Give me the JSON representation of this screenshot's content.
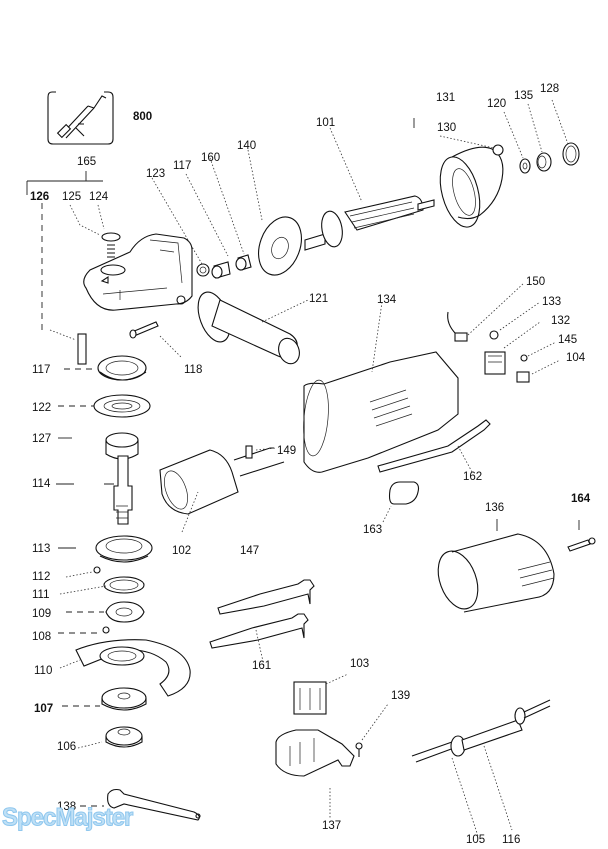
{
  "diagram": {
    "title": "Angle grinder exploded parts diagram",
    "kit_label": "800",
    "group_label": "165",
    "group_members": [
      "126",
      "125",
      "124"
    ],
    "callouts": {
      "p101": "101",
      "p102": "102",
      "p103": "103",
      "p104": "104",
      "p105": "105",
      "p106": "106",
      "p107": "107",
      "p108": "108",
      "p109": "109",
      "p110": "110",
      "p111": "111",
      "p112": "112",
      "p113": "113",
      "p114": "114",
      "p116": "116",
      "p117a": "117",
      "p117b": "117",
      "p118": "118",
      "p120": "120",
      "p121": "121",
      "p122": "122",
      "p123": "123",
      "p127": "127",
      "p128": "128",
      "p130": "130",
      "p131": "131",
      "p132": "132",
      "p133": "133",
      "p134": "134",
      "p135": "135",
      "p136": "136",
      "p137": "137",
      "p138": "138",
      "p139": "139",
      "p140": "140",
      "p145": "145",
      "p147": "147",
      "p149": "149",
      "p150": "150",
      "p160": "160",
      "p161": "161",
      "p162": "162",
      "p163": "163",
      "p164": "164"
    },
    "watermark": "SpecMajster",
    "colors": {
      "line": "#111111",
      "background": "#ffffff",
      "watermark": "#bfe0f6"
    }
  }
}
